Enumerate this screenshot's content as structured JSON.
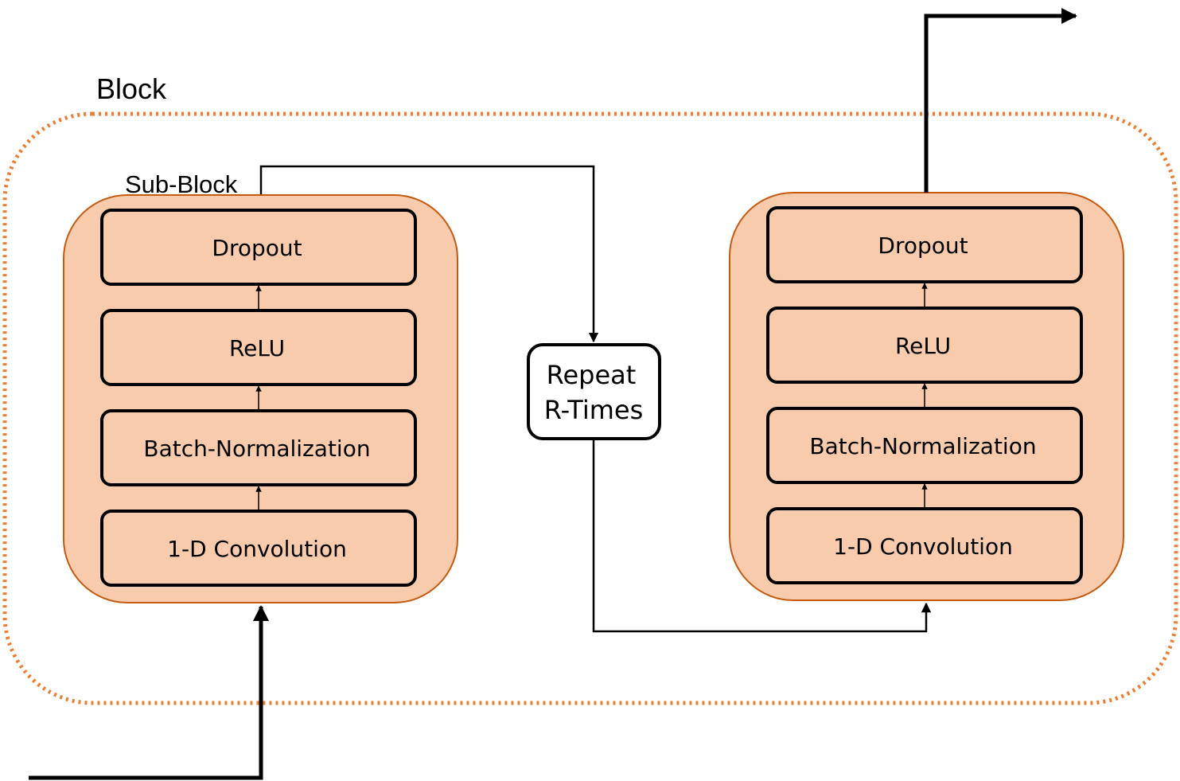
{
  "block_label": "Block",
  "sub_block_label": "Sub-Block",
  "repeat_box": {
    "line1": "Repeat",
    "line2": "R-Times"
  },
  "sub_blocks": [
    {
      "layers": [
        "Dropout",
        "ReLU",
        "Batch-Normalization",
        "1-D Convolution"
      ]
    },
    {
      "layers": [
        "Dropout",
        "ReLU",
        "Batch-Normalization",
        "1-D Convolution"
      ]
    }
  ],
  "colors": {
    "block_border": "#ED7D31",
    "sub_block_fill": "#F8CBAD",
    "sub_block_border": "#C55A11",
    "layer_border": "#000000",
    "line": "#000000"
  }
}
